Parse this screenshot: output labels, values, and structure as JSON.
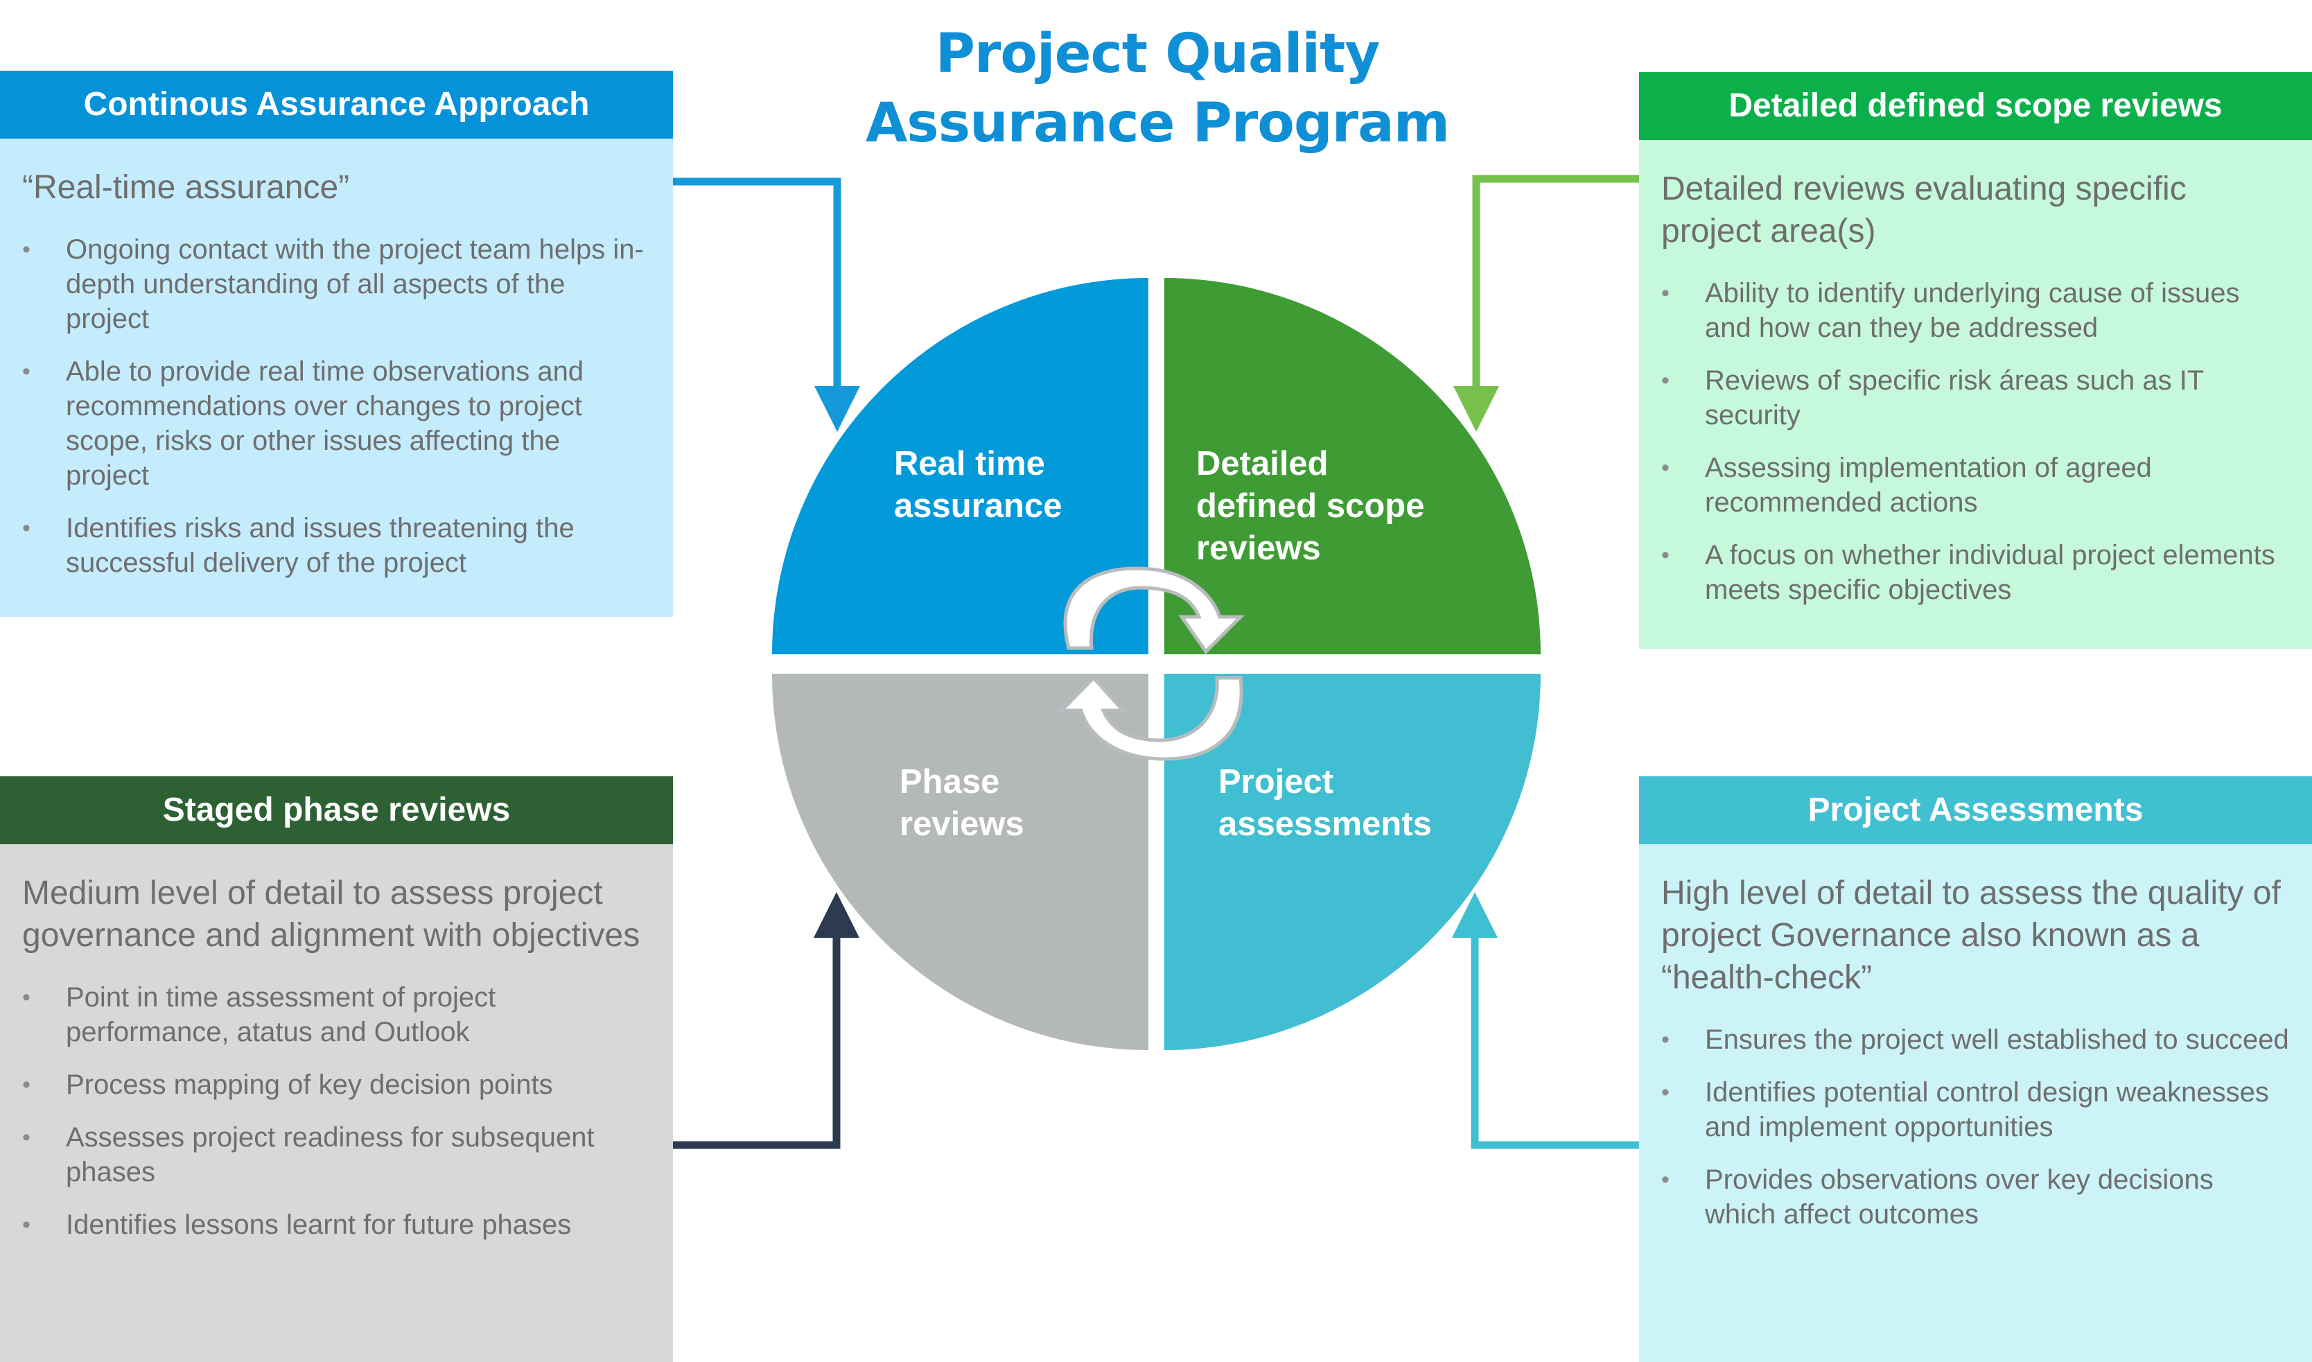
{
  "title": {
    "line1": "Project Quality",
    "line2": "Assurance Program"
  },
  "panels": {
    "continuous": {
      "header": "Continous Assurance Approach",
      "lead": "“Real-time assurance”",
      "bullets": [
        "Ongoing contact with the project team helps in-depth understanding of all aspects of the project",
        "Able to provide real time observations and recommendations over changes to project scope, risks or other issues affecting the project",
        "Identifies risks and issues threatening the successful delivery of the project"
      ]
    },
    "detailed": {
      "header": "Detailed defined scope reviews",
      "lead": "Detailed reviews evaluating specific project area(s)",
      "bullets": [
        "Ability to identify underlying cause of issues and how can they be addressed",
        "Reviews of specific risk áreas such as IT security",
        "Assessing implementation of agreed recommended actions",
        "A focus on whether individual project elements meets specific objectives"
      ]
    },
    "staged": {
      "header": "Staged phase reviews",
      "lead": "Medium level of detail to assess project governance and alignment with objectives",
      "bullets": [
        "Point in time assessment of project performance, atatus and Outlook",
        "Process mapping of key decision points",
        "Assesses project readiness for subsequent phases",
        "Identifies lessons learnt for future phases"
      ]
    },
    "assessments": {
      "header": "Project Assessments",
      "lead": "High level of detail to assess the quality of project Governance also known as a “health-check”",
      "bullets": [
        "Ensures the project well established to succeed",
        "Identifies potential control design weaknesses and implement opportunities",
        "Provides observations over key decisions which affect outcomes"
      ]
    }
  },
  "quadrants": {
    "top_left": {
      "line1": "Real time",
      "line2": "assurance",
      "color": "#039ad9"
    },
    "top_right": {
      "line1": "Detailed",
      "line2": "defined scope",
      "line3": "reviews",
      "color": "#3f9c35"
    },
    "bottom_left": {
      "line1": "Phase",
      "line2": "reviews",
      "color": "#b4b8b9"
    },
    "bottom_right": {
      "line1": "Project",
      "line2": "assessments",
      "color": "#41bed1"
    }
  },
  "connector_colors": {
    "continuous": "#149ad8",
    "detailed": "#77c04b",
    "staged": "#2c3b4f",
    "assessments": "#3fbfd2"
  }
}
